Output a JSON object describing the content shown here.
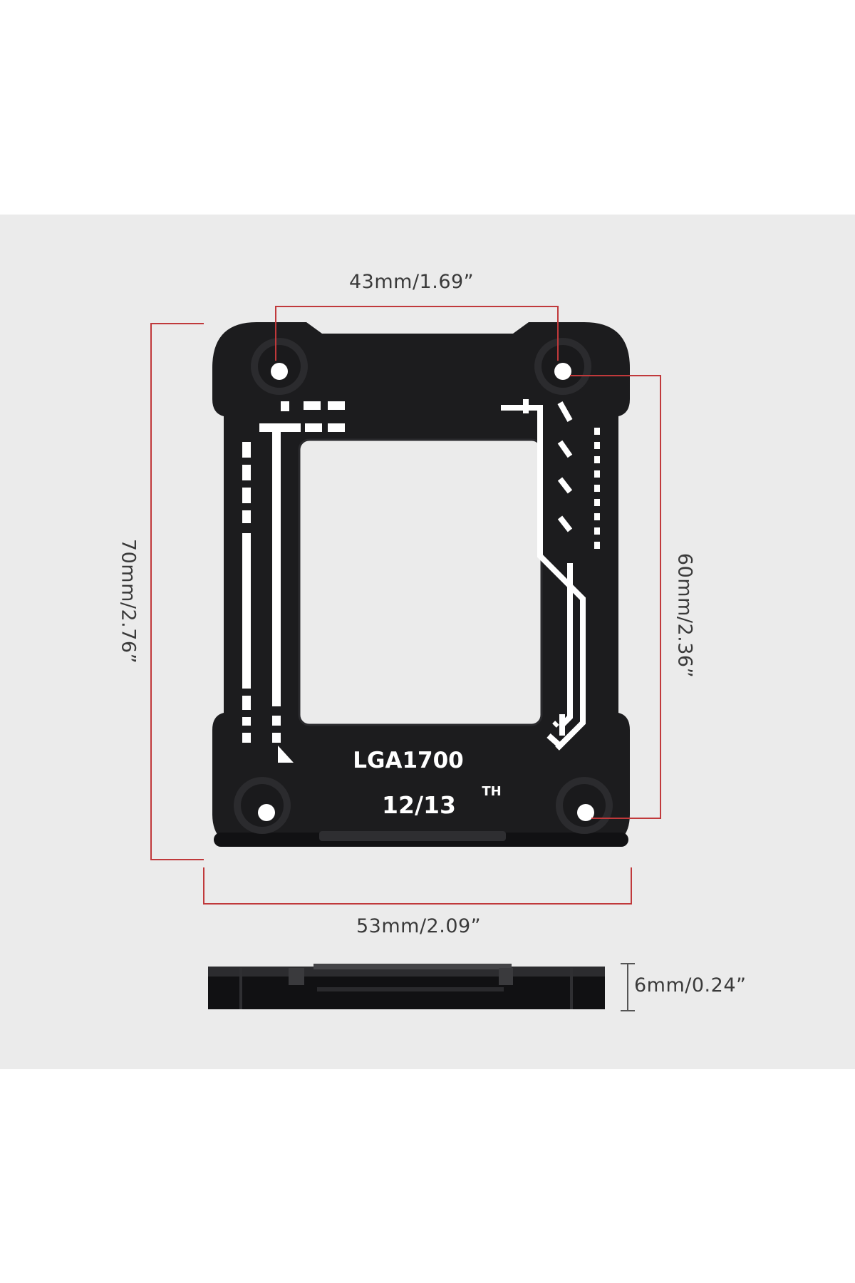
{
  "dimensions": {
    "hole_spacing_top": "43mm/1.69”",
    "hole_spacing_right": "60mm/2.36”",
    "total_height": "70mm/2.76”",
    "total_width": "53mm/2.09”",
    "thickness": "6mm/0.24”"
  },
  "bracket": {
    "model": "LGA1700",
    "generation_main": "12/13",
    "generation_suffix": "TH"
  },
  "colors": {
    "panel_background": "#ebebeb",
    "bracket_body": "#1c1c1e",
    "marking_white": "#ffffff",
    "dimension_line": "#c0393b",
    "side_dimension_line": "#555555"
  }
}
